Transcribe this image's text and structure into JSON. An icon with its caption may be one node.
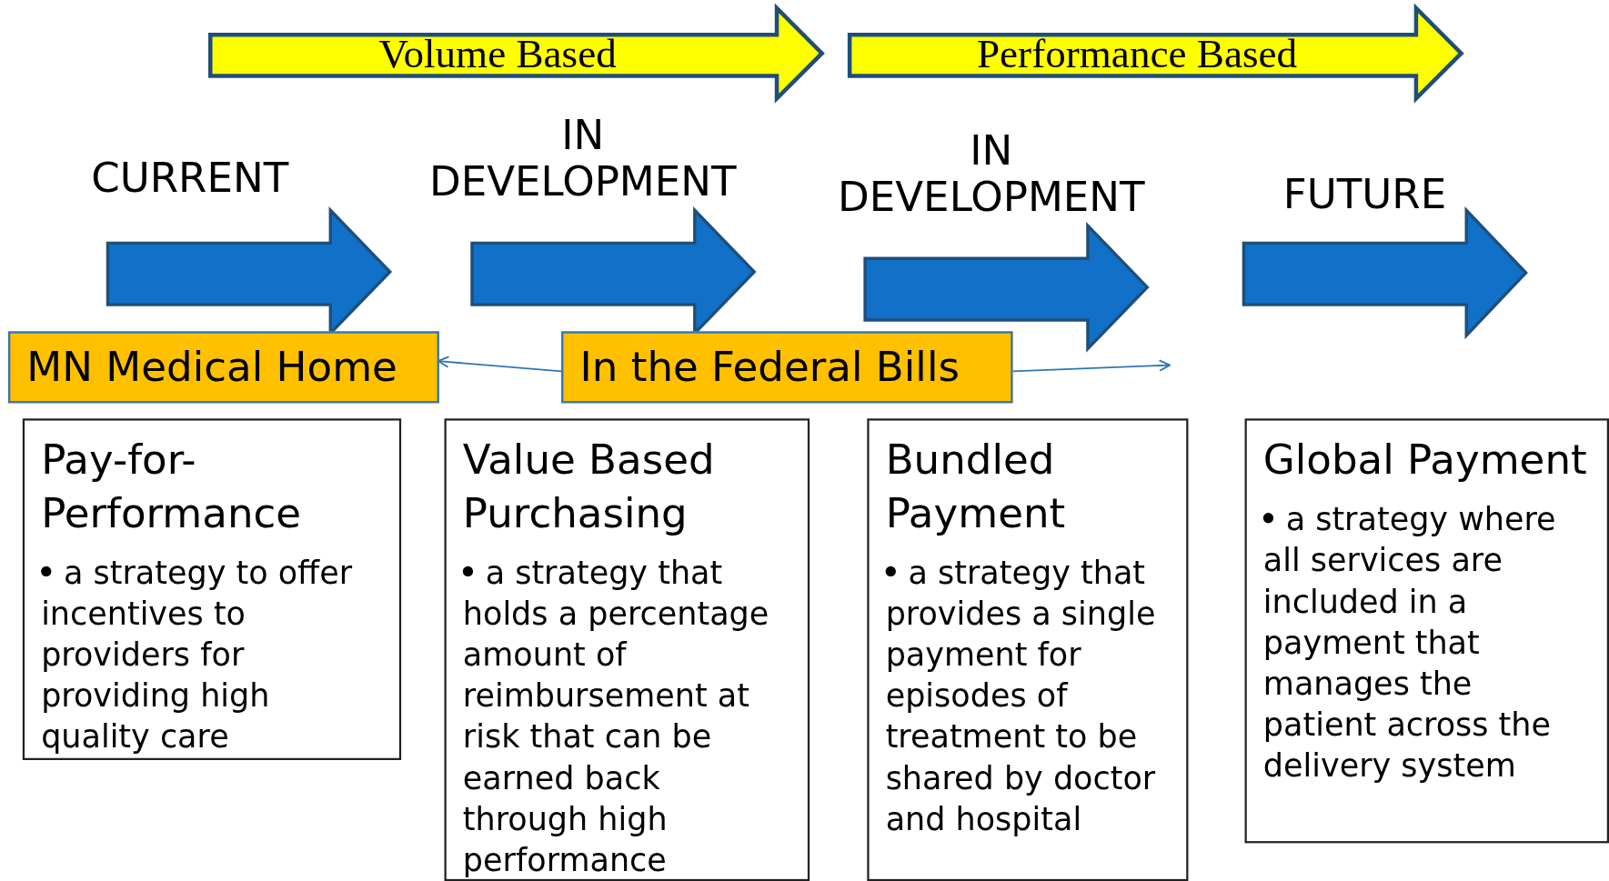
{
  "diagram": {
    "nodes": [
      {
        "text": [
          "Volume Based"
        ]
      },
      {
        "text": [
          "Performance Based"
        ]
      },
      {
        "text": [
          "CURRENT"
        ]
      },
      {
        "text": [
          "IN DEVELOPMENT"
        ]
      },
      {
        "text": [
          "IN DEVELOPMENT"
        ]
      },
      {
        "text": [
          "FUTURE"
        ]
      },
      {
        "text": [
          "MN Medical Home"
        ]
      },
      {
        "text": [
          "In the Federal Bills"
        ]
      },
      {
        "text": [
          "Pay-for-Performance",
          "a strategy to offer incentives to providers for providing high quality care"
        ]
      },
      {
        "text": [
          "Value Based Purchasing",
          "a strategy that holds a percentage amount of reimbursement at risk that can be earned back through high performance"
        ]
      },
      {
        "text": [
          "Bundled Payment",
          "a strategy that provides a single payment for episodes of treatment to be shared by doctor and hospital"
        ]
      },
      {
        "text": [
          "Global Payment",
          "a strategy where all services are included in a payment that manages the patient across the delivery system"
        ]
      }
    ],
    "edges": [
      {
        "from": 7,
        "to": 6,
        "arrow": "to"
      },
      {
        "from": 7,
        "to": null,
        "arrow": "to"
      }
    ]
  }
}
